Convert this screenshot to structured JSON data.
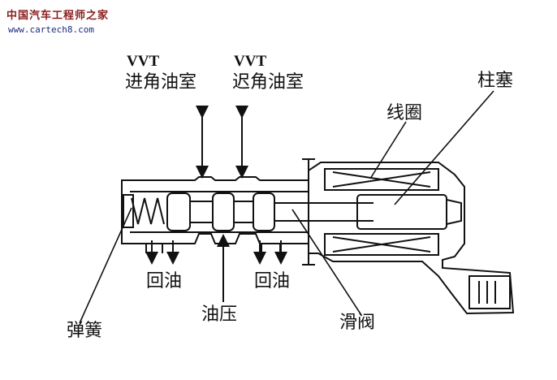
{
  "watermark": {
    "site_name": "中国汽车工程师之家",
    "url": "www.cartech8.com"
  },
  "labels": {
    "vvt_advance_prefix": "VVT",
    "vvt_advance": "进角油室",
    "vvt_retard_prefix": "VVT",
    "vvt_retard": "迟角油室",
    "plunger": "柱塞",
    "coil": "线圈",
    "drain_left": "回油",
    "drain_right": "回油",
    "oil_pressure": "油压",
    "spring": "弹簧",
    "spool_valve": "滑阀"
  },
  "colors": {
    "ink": "#111111",
    "watermark_red": "#8a1d1d",
    "watermark_blue": "#1a2a7a"
  }
}
